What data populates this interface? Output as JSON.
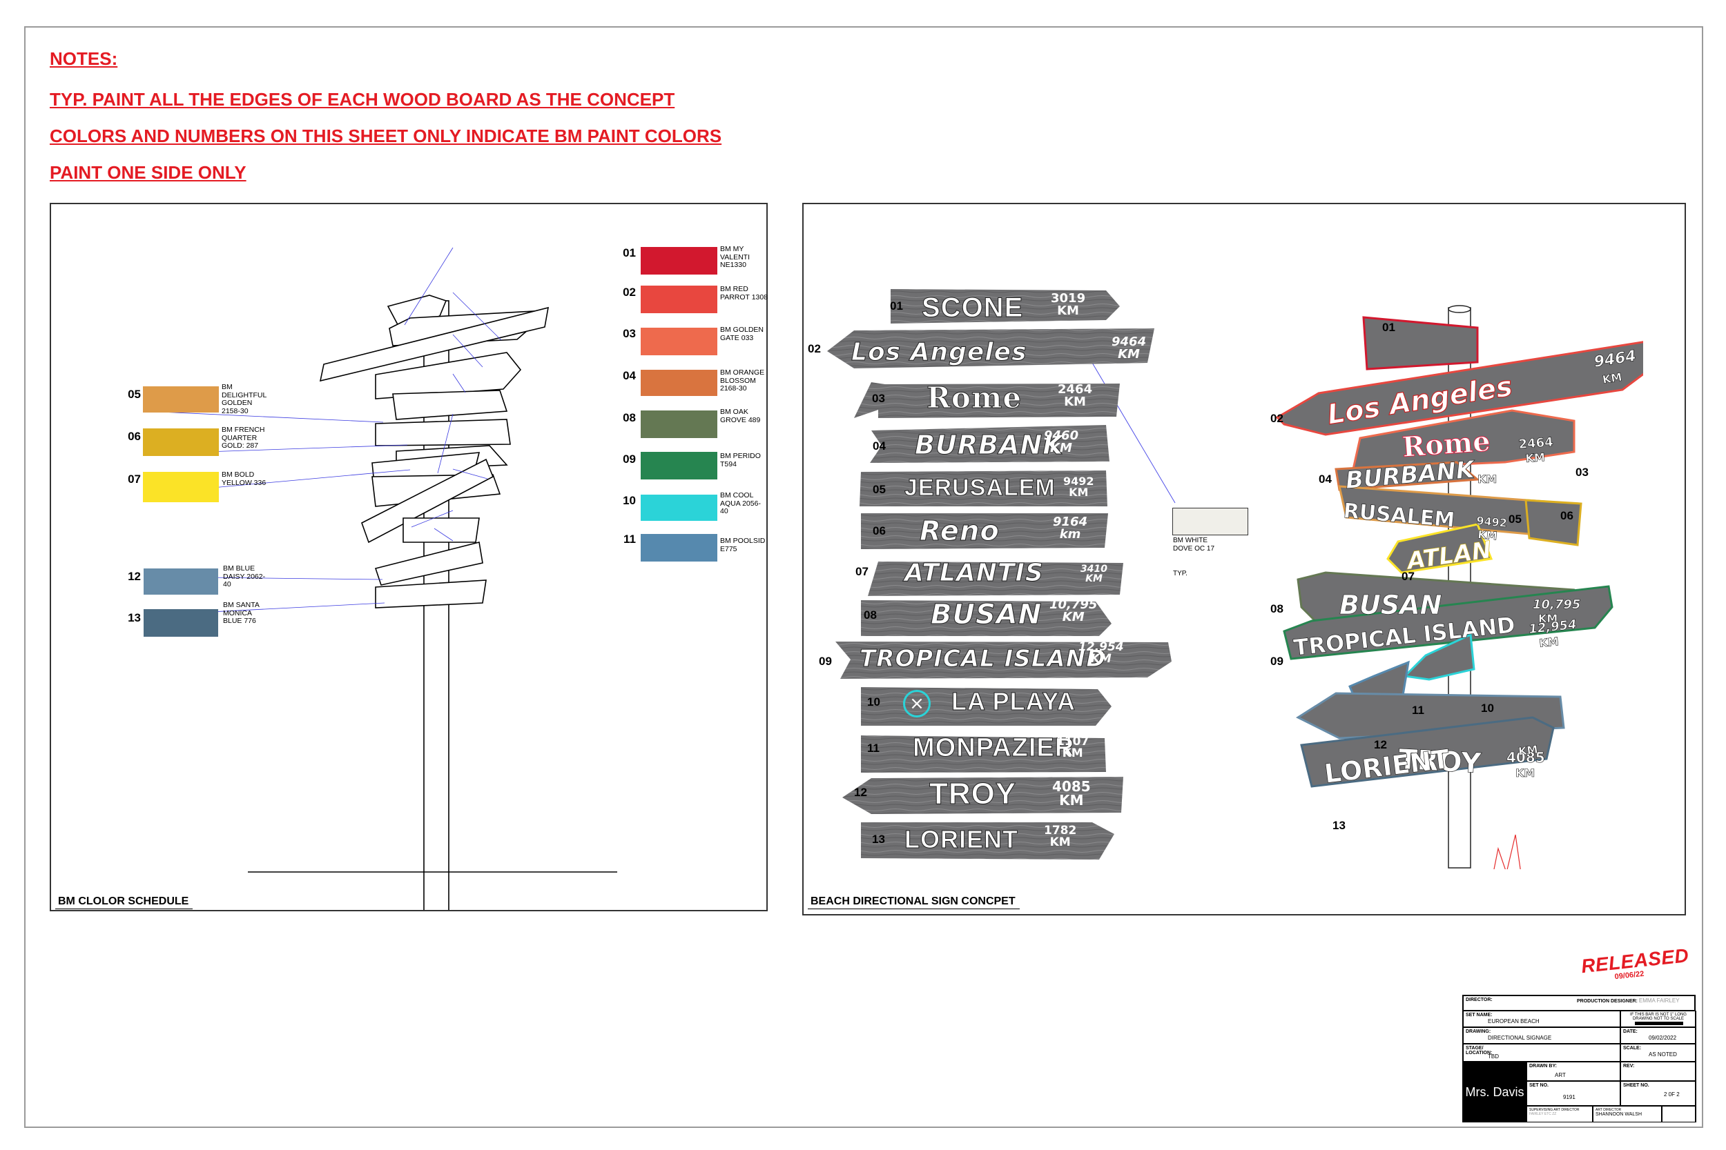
{
  "notes": {
    "heading": "NOTES:",
    "line1": "TYP. PAINT ALL THE EDGES OF EACH WOOD BOARD AS THE CONCEPT",
    "line2": "COLORS AND NUMBERS ON THIS SHEET ONLY INDICATE BM PAINT COLORS",
    "line3": "PAINT ONE SIDE ONLY"
  },
  "left_panel": {
    "title": "BM CLOLOR SCHEDULE",
    "swatches": [
      {
        "num": "01",
        "color": "#d2182e",
        "label": "BM MY VALENTI NE1330"
      },
      {
        "num": "02",
        "color": "#e8473f",
        "label": "BM RED PARROT 1308"
      },
      {
        "num": "03",
        "color": "#ee6a4d",
        "label": "BM GOLDEN GATE 033"
      },
      {
        "num": "04",
        "color": "#d9743f",
        "label": "BM ORANGE BLOSSOM 2168-30"
      },
      {
        "num": "05",
        "color": "#de9b49",
        "label": "BM DELIGHTFUL GOLDEN 2158-30"
      },
      {
        "num": "06",
        "color": "#dcaf22",
        "label": "BM FRENCH QUARTER GOLD: 287"
      },
      {
        "num": "07",
        "color": "#fbe327",
        "label": "BM BOLD YELLOW 336"
      },
      {
        "num": "08",
        "color": "#647853",
        "label": "BM OAK GROVE 489"
      },
      {
        "num": "09",
        "color": "#268550",
        "label": "BM PERIDO T594"
      },
      {
        "num": "10",
        "color": "#2bd3d8",
        "label": "BM COOL AQUA 2056-40"
      },
      {
        "num": "11",
        "color": "#5689ae",
        "label": "BM POOLSID E775"
      },
      {
        "num": "12",
        "color": "#678ca8",
        "label": "BM BLUE DAISY 2062-40"
      },
      {
        "num": "13",
        "color": "#4b6b82",
        "label": "BM SANTA MONICA BLUE 776"
      }
    ]
  },
  "right_panel": {
    "title": "BEACH DIRECTIONAL SIGN CONCPET",
    "white_swatch": {
      "color": "#f0efe9",
      "label": "BM WHITE DOVE OC 17",
      "typ": "TYP."
    },
    "boards": [
      {
        "num": "01",
        "city": "SCONE",
        "dist": "3019",
        "unit": "KM"
      },
      {
        "num": "02",
        "city": "Los Angeles",
        "dist": "9464",
        "unit": "KM"
      },
      {
        "num": "03",
        "city": "Rome",
        "dist": "2464",
        "unit": "KM"
      },
      {
        "num": "04",
        "city": "BURBANK",
        "dist": "9460",
        "unit": "KM"
      },
      {
        "num": "05",
        "city": "JERUSALEM",
        "dist": "9492",
        "unit": "KM"
      },
      {
        "num": "06",
        "city": "Reno",
        "dist": "9164",
        "unit": "km"
      },
      {
        "num": "07",
        "city": "ATLANTIS",
        "dist": "3410",
        "unit": "KM"
      },
      {
        "num": "08",
        "city": "BUSAN",
        "dist": "10,795",
        "unit": "KM"
      },
      {
        "num": "09",
        "city": "TROPICAL ISLAND",
        "dist": "12,954",
        "unit": "KM"
      },
      {
        "num": "10",
        "city": "LA PLAYA",
        "dist": "",
        "unit": ""
      },
      {
        "num": "11",
        "city": "MONPAZIER",
        "dist": "1107",
        "unit": "KM"
      },
      {
        "num": "12",
        "city": "TROY",
        "dist": "4085",
        "unit": "KM"
      },
      {
        "num": "13",
        "city": "LORIENT",
        "dist": "1782",
        "unit": "KM"
      }
    ],
    "render": {
      "n01": "01",
      "n02": "02",
      "n03": "03",
      "n04": "04",
      "n05": "05",
      "n06": "06",
      "n07": "07",
      "n08": "08",
      "n09": "09",
      "n10": "10",
      "n11": "11",
      "n12": "12",
      "n13": "13",
      "la": "Los Angeles",
      "la_d": "9464",
      "la_u": "KM",
      "rome": "Rome",
      "rome_d": "2464",
      "rome_u": "KM",
      "burbank": "BURBANK",
      "burbank_u": "KM",
      "jerusalem": "RUSALEM",
      "jerusalem_d": "9492",
      "jerusalem_u": "KM",
      "atlantis": "ATLAN",
      "busan": "BUSAN",
      "busan_d": "10,795",
      "busan_u": "KM",
      "tropical": "TROPICAL ISLAND",
      "tropical_d": "12,954",
      "tropical_u": "KM",
      "troy": "TROY",
      "troy_d": "4085",
      "troy_u": "KM",
      "lorient": "LORIENT",
      "lorient_u": "KM"
    }
  },
  "released": {
    "stamp": "RELEASED",
    "date": "09/06/22"
  },
  "title_block": {
    "director_key": "DIRECTOR:",
    "prod_designer_key": "PRODUCTION DESIGNER:",
    "prod_designer_val": "EMMA FAIRLEY",
    "set_name_key": "SET NAME:",
    "set_name_val": "EUROPEAN BEACH",
    "notice": "IF THIS BAR IS NOT 1\" LONG DRAWING NOT TO SCALE",
    "drawing_key": "DRAWING:",
    "drawing_val": "DIRECTIONAL SIGNAGE",
    "date_key": "DATE:",
    "date_val": "09/02/2022",
    "stage_key": "STAGE/ LOCATION:",
    "stage_val": "TBD",
    "scale_key": "SCALE:",
    "scale_val": "AS NOTED",
    "drawn_by_key": "DRAWN BY:",
    "drawn_by_val": "ART",
    "rev_key": "REV:",
    "set_no_key": "SET NO.",
    "set_no_val": "9191",
    "sheet_no_key": "SHEET NO.",
    "sheet_no_val": "2 0F 2",
    "logo": "Mrs. Davis",
    "sup_art_key": "SUPERVISING ART DIRECTOR",
    "sup_art_val": "FAIRLEY ETC ZZ",
    "art_dir_key": "ART DIRECTOR",
    "art_dir_val": "SHANNOON WALSH"
  }
}
